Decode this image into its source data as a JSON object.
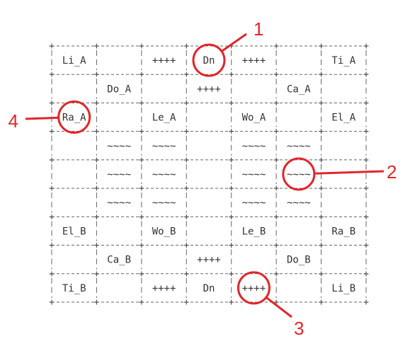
{
  "board": {
    "rows": [
      [
        "Li_A",
        "",
        "++++",
        "Dn",
        "++++",
        "",
        "Ti_A"
      ],
      [
        "",
        "Do_A",
        "",
        "++++",
        "",
        "Ca_A",
        ""
      ],
      [
        "Ra_A",
        "",
        "Le_A",
        "",
        "Wo_A",
        "",
        "El_A"
      ],
      [
        "",
        "~~~~",
        "~~~~",
        "",
        "~~~~",
        "~~~~",
        ""
      ],
      [
        "",
        "~~~~",
        "~~~~",
        "",
        "~~~~",
        "~~~~",
        ""
      ],
      [
        "",
        "~~~~",
        "~~~~",
        "",
        "~~~~",
        "~~~~",
        ""
      ],
      [
        "El_B",
        "",
        "Wo_B",
        "",
        "Le_B",
        "",
        "Ra_B"
      ],
      [
        "",
        "Ca_B",
        "",
        "++++",
        "",
        "Do_B",
        ""
      ],
      [
        "Ti_B",
        "",
        "++++",
        "Dn",
        "++++",
        "",
        "Li_B"
      ]
    ]
  },
  "callouts": [
    {
      "number": "1",
      "row": 0,
      "col": 3
    },
    {
      "number": "2",
      "row": 4,
      "col": 5
    },
    {
      "number": "3",
      "row": 8,
      "col": 4
    },
    {
      "number": "4",
      "row": 2,
      "col": 0
    }
  ],
  "colors": {
    "callout": "#e0262c",
    "grid": "#666666",
    "text": "#333333"
  }
}
